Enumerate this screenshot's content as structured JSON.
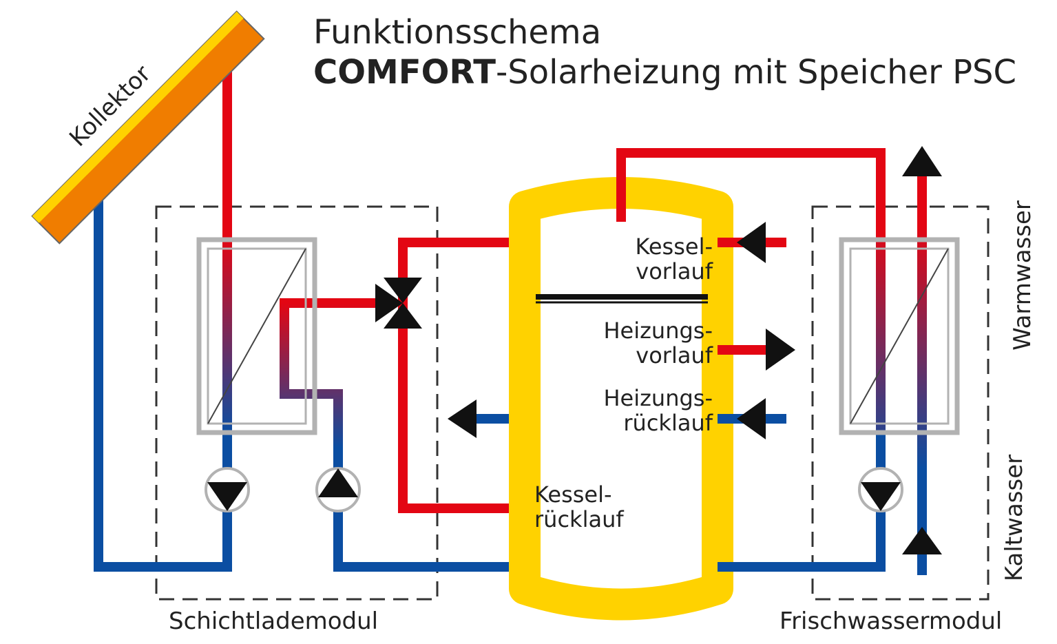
{
  "title": {
    "line1": "Funktionsschema",
    "bold": "COMFORT",
    "line2_rest": "-Solarheizung mit Speicher PSC"
  },
  "labels": {
    "kollektor": "Kollektor",
    "kessel_vorlauf_1": "Kessel-",
    "kessel_vorlauf_2": "vorlauf",
    "heizungs_vorlauf_1": "Heizungs-",
    "heizungs_vorlauf_2": "vorlauf",
    "heizungs_ruecklauf_1": "Heizungs-",
    "heizungs_ruecklauf_2": "rücklauf",
    "kessel_ruecklauf_1": "Kessel-",
    "kessel_ruecklauf_2": "rücklauf",
    "warmwasser": "Warmwasser",
    "kaltwasser": "Kaltwasser",
    "schichtlademodul": "Schichtlademodul",
    "frischwassermodul": "Frischwassermodul"
  },
  "colors": {
    "hot": "#e30613",
    "cold": "#0b4ea2",
    "tank": "#ffd200",
    "collector": "#f07d00",
    "exchanger": "#b2b2b2",
    "module_border": "#333333"
  }
}
